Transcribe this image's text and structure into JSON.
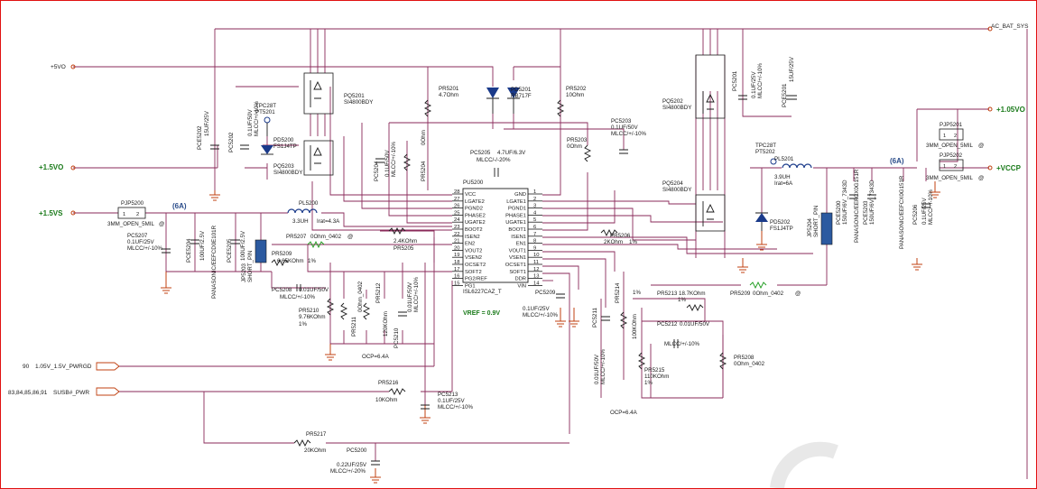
{
  "nets": {
    "ac_bat_sys": "AC_BAT_SYS",
    "plus5vo": "+5VO",
    "plus1v5vo": "+1.5VO",
    "plus1v5vs": "+1.5VS",
    "plus1v05vo": "+1.05VO",
    "vccp": "+VCCP",
    "pwrgd_ref": "90",
    "pwrgd": "1.05V_1.5V_PWRGD",
    "susb_ref": "83,84,85,86,91",
    "susb": "SUSB#_PWR"
  },
  "annotations": {
    "cur_left": "(6A)",
    "cur_right": "(6A)",
    "vref": "VREF = 0.9V",
    "ocp_left": "OCP=6.4A",
    "ocp_right": "OCP=6.4A"
  },
  "ic": {
    "ref": "PU5200",
    "part": "ISL6227CAZ_T",
    "left_pins": [
      {
        "name": "VCC",
        "num": "28"
      },
      {
        "name": "LGATE2",
        "num": "27"
      },
      {
        "name": "PGND2",
        "num": "26"
      },
      {
        "name": "PHASE2",
        "num": "25"
      },
      {
        "name": "UGATE2",
        "num": "24"
      },
      {
        "name": "BOOT2",
        "num": "23"
      },
      {
        "name": "ISEN2",
        "num": "22"
      },
      {
        "name": "EN2",
        "num": "21"
      },
      {
        "name": "VOUT2",
        "num": "20"
      },
      {
        "name": "VSEN2",
        "num": "19"
      },
      {
        "name": "OCSET2",
        "num": "18"
      },
      {
        "name": "SOFT2",
        "num": "17"
      },
      {
        "name": "PG2/REF",
        "num": "16"
      },
      {
        "name": "PG1",
        "num": "15"
      }
    ],
    "right_pins": [
      {
        "name": "GND",
        "num": "1"
      },
      {
        "name": "LGATE1",
        "num": "2"
      },
      {
        "name": "PGND1",
        "num": "3"
      },
      {
        "name": "PHASE1",
        "num": "4"
      },
      {
        "name": "UGATE1",
        "num": "5"
      },
      {
        "name": "BOOT1",
        "num": "6"
      },
      {
        "name": "ISEN1",
        "num": "7"
      },
      {
        "name": "EN1",
        "num": "8"
      },
      {
        "name": "VOUT1",
        "num": "9"
      },
      {
        "name": "VSEN1",
        "num": "10"
      },
      {
        "name": "OCSET1",
        "num": "11"
      },
      {
        "name": "SOFT1",
        "num": "12"
      },
      {
        "name": "DDR",
        "num": "13"
      },
      {
        "name": "VIN",
        "num": "14"
      }
    ]
  },
  "parts": {
    "pq5201": [
      "PQ5201",
      "SI4800BDY"
    ],
    "pq5203": [
      "PQ5203",
      "SI4800BDY"
    ],
    "pq5202": [
      "PQ5202",
      "SI4800BDY"
    ],
    "pq5204": [
      "PQ5204",
      "SI4800BDY"
    ],
    "pd5201": [
      "PD5201",
      "RB717F"
    ],
    "pd5200": [
      "PD5200",
      "FS1J4TP"
    ],
    "pd5202": [
      "PD5202",
      "FS1J4TP"
    ],
    "tpc_left": [
      "TPC28T",
      "PT5201"
    ],
    "tpc_right": [
      "TPC28T",
      "PT5202"
    ],
    "pr5201": [
      "PR5201",
      "4.7Ohm"
    ],
    "pr5202": [
      "PR5202",
      "10Ohm"
    ],
    "pr5203": [
      "PR5203",
      "0Ohm"
    ],
    "pr5204": [
      "PR5204",
      "0Ohm"
    ],
    "pc5205": [
      "PC5205",
      "4.7UF/6.3V",
      "MLCC/-/-20%"
    ],
    "pc5203": [
      "PC5203",
      "0.1UF/50V",
      "MLCC/+/-10%"
    ],
    "pc5202": [
      "PC5202",
      "0.1UF/50V",
      "MLCC/+/-10%"
    ],
    "pc5204": [
      "PC5204",
      "0.1UF/50V",
      "MLCC/+/-10%"
    ],
    "pce5202": [
      "PCE5202",
      "15UF/25V"
    ],
    "pc5201": [
      "PC5201",
      "0.1UF/25V",
      "MLCC/+/-10%"
    ],
    "pce5201": [
      "PCE5201",
      "15UF/25V"
    ],
    "pl5200": [
      "PL5200",
      "3.3UH",
      "Irat=4.3A"
    ],
    "pl5201": [
      "PL5201",
      "3.9UH",
      "Irat=6A"
    ],
    "pjp5200": [
      "PJP5200",
      "3MM_OPEN_5MIL",
      "@"
    ],
    "pjp5201": [
      "PJP5201",
      "3MM_OPEN_5MIL",
      "@"
    ],
    "pjp5202": [
      "PJP5202",
      "3MM_OPEN_5MIL",
      "@"
    ],
    "pc5207": [
      "PC5207",
      "0.1UF/25V",
      "MLCC/+/-10%"
    ],
    "pce5204": [
      "PCE5204",
      "100UF/2.5V"
    ],
    "pce5205": [
      "PCE5205",
      "100UF/2.5V"
    ],
    "panasonic_l": "PANASONIC/EEFCD0E101R",
    "jp5203": [
      "JP5203",
      "SHORT_PIN"
    ],
    "pr5207": [
      "PR5207",
      "0Ohm_0402",
      "@"
    ],
    "pr5209": [
      "PR5209",
      "6.65KOhm",
      "1%"
    ],
    "pc5208": [
      "PC5208",
      "0.01UF/50V",
      "MLCC/+/-10%"
    ],
    "pr5210": [
      "PR5210",
      "9.76KOhm",
      "1%"
    ],
    "pr5211": [
      "PR5211",
      "0Ohm_0402"
    ],
    "pr5212": [
      "PR5212",
      "120KOhm"
    ],
    "pc5210": [
      "PC5210",
      "0.01UF/50V",
      "MLCC/+/-10%"
    ],
    "pr5205": [
      "PR5205",
      "2.4KOhm"
    ],
    "pr5206": [
      "PR5206",
      "2KOhm",
      "1%"
    ],
    "pc5209": [
      "PC5209",
      "0.1UF/25V",
      "MLCC/+/-10%"
    ],
    "pc5211": [
      "PC5211",
      "0.01UF/50V",
      "MLCC/+/-10%"
    ],
    "pr5214": [
      "PR5214",
      "100KOhm",
      "1%"
    ],
    "pr5213": [
      "PR5213",
      "18.7KOhm",
      "1%"
    ],
    "pc5212": [
      "PC5212",
      "0.01UF/50V",
      "MLCC/+/-10%"
    ],
    "pr5215": [
      "PR5215",
      "110KOhm",
      "1%"
    ],
    "pr5208": [
      "PR5208",
      "0Ohm_0402"
    ],
    "pr5209b": [
      "PR5209",
      "0Ohm_0402",
      "@"
    ],
    "jp5204": [
      "JP5204",
      "SHORT_PIN"
    ],
    "pce5200": [
      "PCE5200",
      "150UF/6V_7343D"
    ],
    "pce5203": [
      "PCE5203",
      "150UF/6V_7343D"
    ],
    "panasonic_r1": "PANASONIC/EEFCX0G151R",
    "panasonic_r2": "PANASONIC/EEFCX0G151R",
    "pc5206": [
      "PC5206",
      "0.1UF/25V",
      "MLCC/+/-10%"
    ],
    "pr5216": [
      "PR5216",
      "10KOhm"
    ],
    "pc5213": [
      "PC5213",
      "0.1UF/25V",
      "MLCC/+/-10%"
    ],
    "pr5217": [
      "PR5217",
      "20KOhm"
    ],
    "pc5200": [
      "PC5200",
      "0.22UF/25V",
      "MLCC/+/-20%"
    ]
  },
  "pin_nums": {
    "one": "1",
    "two": "2",
    "three": "3"
  }
}
